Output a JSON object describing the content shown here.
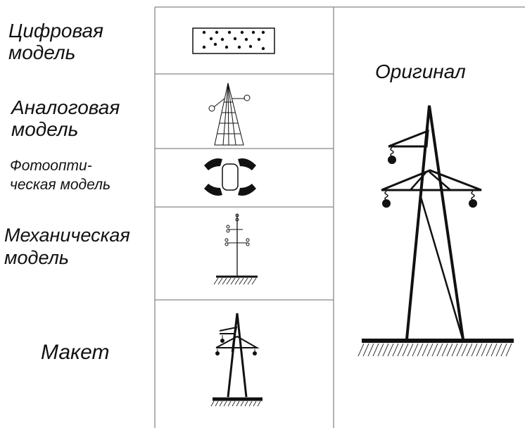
{
  "models": [
    {
      "line1": "Цифровая",
      "line2": "модель",
      "icon": "dot-grid-icon"
    },
    {
      "line1": "Аналоговая",
      "line2": "модель",
      "icon": "mesh-tower-icon"
    },
    {
      "line1": "Фотоопти-",
      "line2": "ческая модель",
      "icon": "photo-optic-icon"
    },
    {
      "line1": "Механическая",
      "line2": "модель",
      "icon": "stick-tower-icon"
    },
    {
      "line1": "Макет",
      "line2": "",
      "icon": "tower-mockup-icon"
    }
  ],
  "original": {
    "label": "Оригинал",
    "icon": "power-tower-icon"
  },
  "colors": {
    "line": "#111111",
    "grid": "#888888"
  }
}
